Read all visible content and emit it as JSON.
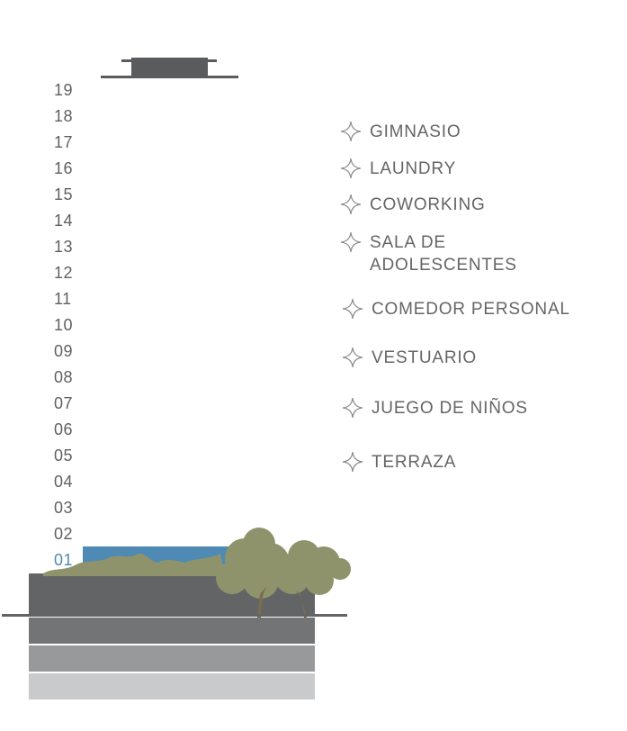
{
  "floors": [
    {
      "label": "19"
    },
    {
      "label": "18"
    },
    {
      "label": "17"
    },
    {
      "label": "16"
    },
    {
      "label": "15"
    },
    {
      "label": "14"
    },
    {
      "label": "13"
    },
    {
      "label": "12"
    },
    {
      "label": "11"
    },
    {
      "label": "10"
    },
    {
      "label": "09"
    },
    {
      "label": "08"
    },
    {
      "label": "07"
    },
    {
      "label": "06"
    },
    {
      "label": "05"
    },
    {
      "label": "04"
    },
    {
      "label": "03"
    },
    {
      "label": "02"
    },
    {
      "label": "01"
    }
  ],
  "active_floor": "01",
  "amenities": [
    {
      "label": "GIMNASIO",
      "icon": "sparkle-icon"
    },
    {
      "label": "LAUNDRY",
      "icon": "sparkle-icon"
    },
    {
      "label": "COWORKING",
      "icon": "sparkle-icon"
    },
    {
      "label": "SALA DE ADOLESCENTES",
      "icon": "sparkle-icon"
    },
    {
      "label": "COMEDOR PERSONAL",
      "icon": "sparkle-icon"
    },
    {
      "label": "VESTUARIO",
      "icon": "sparkle-icon"
    },
    {
      "label": "JUEGO DE NIÑOS",
      "icon": "sparkle-icon"
    },
    {
      "label": "TERRAZA",
      "icon": "sparkle-icon"
    }
  ],
  "colors": {
    "active": "#4f8ab4",
    "building": "#636466",
    "tree": "#8f936c",
    "trunk": "#7a6c4f"
  }
}
